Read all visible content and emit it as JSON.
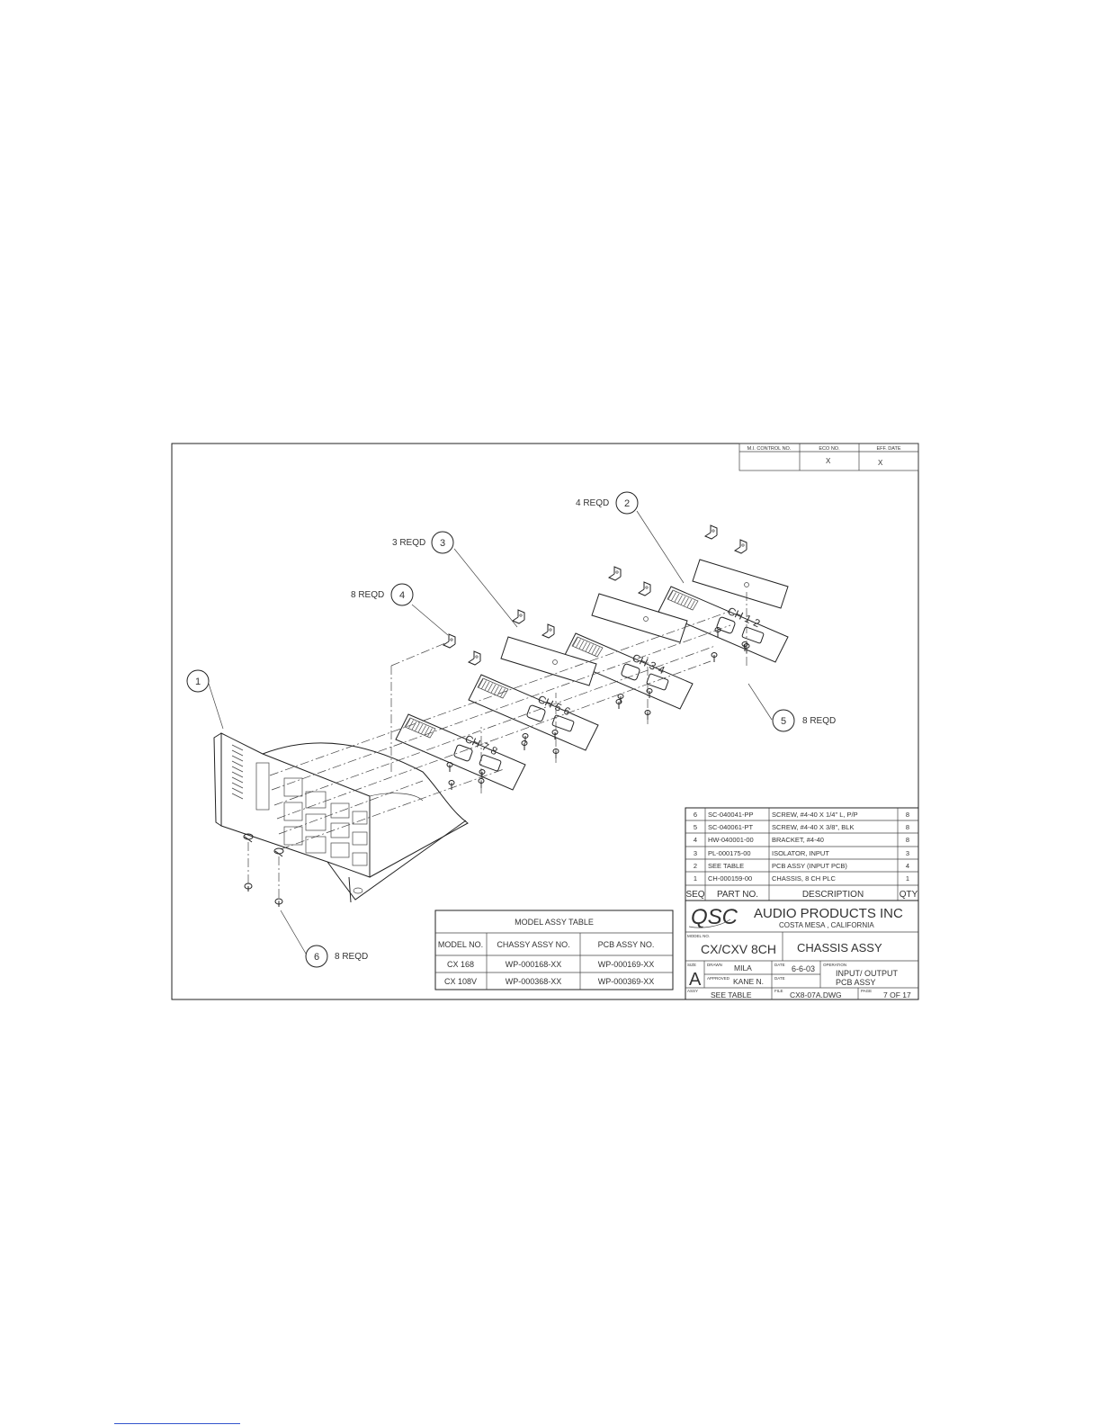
{
  "revision_block": {
    "headers": [
      "M.I. CONTROL NO.",
      "ECO NO.",
      "EFF. DATE"
    ],
    "values": [
      "",
      "X",
      "X"
    ]
  },
  "callouts": [
    {
      "num": "1",
      "qty": ""
    },
    {
      "num": "2",
      "qty": "4 REQD"
    },
    {
      "num": "3",
      "qty": "3 REQD"
    },
    {
      "num": "4",
      "qty": "8 REQD"
    },
    {
      "num": "5",
      "qty": "8 REQD"
    },
    {
      "num": "6",
      "qty": "8 REQD"
    }
  ],
  "board_labels": [
    "CH 1-2",
    "CH 3-4",
    "CH 5-6",
    "CH 7-8"
  ],
  "model_table": {
    "title": "MODEL ASSY TABLE",
    "headers": [
      "MODEL NO.",
      "CHASSY ASSY NO.",
      "PCB ASSY NO."
    ],
    "rows": [
      [
        "CX 168",
        "WP-000168-XX",
        "WP-000169-XX"
      ],
      [
        "CX 108V",
        "WP-000368-XX",
        "WP-000369-XX"
      ]
    ]
  },
  "bom": {
    "rows": [
      [
        "6",
        "SC-040041-PP",
        "SCREW, #4-40 X 1/4\" L, P/P",
        "8"
      ],
      [
        "5",
        "SC-040061-PT",
        "SCREW, #4-40 X 3/8\", BLK",
        "8"
      ],
      [
        "4",
        "HW-040001-00",
        "BRACKET, #4-40",
        "8"
      ],
      [
        "3",
        "PL-000175-00",
        "ISOLATOR, INPUT",
        "3"
      ],
      [
        "2",
        "SEE TABLE",
        "PCB ASSY (INPUT PCB)",
        "4"
      ],
      [
        "1",
        "CH-000159-00",
        "CHASSIS, 8 CH PLC",
        "1"
      ]
    ],
    "headers": [
      "SEQ",
      "PART NO.",
      "DESCRIPTION",
      "QTY"
    ]
  },
  "title_block": {
    "logo": "QSC",
    "company": "AUDIO   PRODUCTS   INC",
    "location": "COSTA  MESA , CALIFORNIA",
    "model_label": "MODEL NO.",
    "model": "CX/CXV 8CH",
    "title": "CHASSIS ASSY",
    "size_label": "SIZE",
    "size": "A",
    "drawn_label": "DRAWN",
    "drawn": "MILA",
    "approved_label": "APPROVED",
    "approved": "KANE N.",
    "date_label": "DATE",
    "date": "6-6-03",
    "date2_label": "DATE",
    "operation_label": "OPERATION",
    "operation_line1": "INPUT/ OUTPUT",
    "operation_line2": "PCB ASSY",
    "assy_label": "ASSY",
    "assy": "SEE TABLE",
    "file_label": "FILE",
    "file": "CX8-07A.DWG",
    "page_label": "PAGE",
    "page": "7 OF 17"
  }
}
